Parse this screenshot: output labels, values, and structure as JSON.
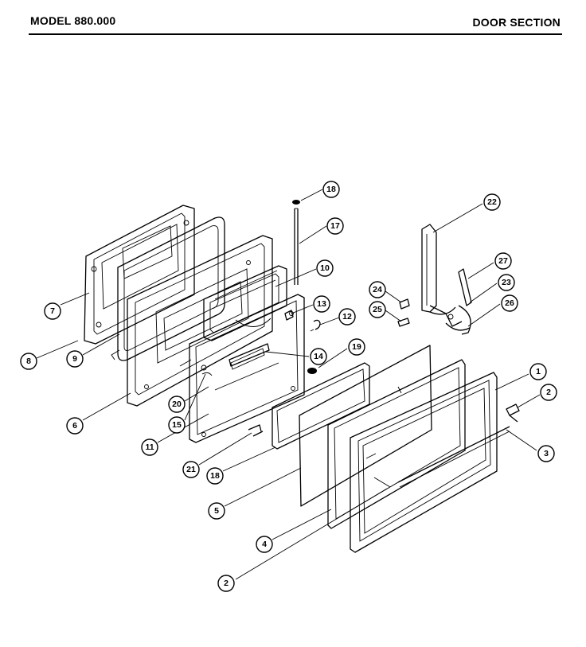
{
  "header": {
    "model_label": "MODEL 880.000",
    "section_label": "DOOR SECTION"
  },
  "callouts": [
    {
      "id": "c1",
      "text": "1"
    },
    {
      "id": "c2a",
      "text": "2"
    },
    {
      "id": "c3",
      "text": "3"
    },
    {
      "id": "c2b",
      "text": "2"
    },
    {
      "id": "c4",
      "text": "4"
    },
    {
      "id": "c5",
      "text": "5"
    },
    {
      "id": "c6",
      "text": "6"
    },
    {
      "id": "c7",
      "text": "7"
    },
    {
      "id": "c8",
      "text": "8"
    },
    {
      "id": "c9",
      "text": "9"
    },
    {
      "id": "c10",
      "text": "10"
    },
    {
      "id": "c11",
      "text": "11"
    },
    {
      "id": "c12",
      "text": "12"
    },
    {
      "id": "c13",
      "text": "13"
    },
    {
      "id": "c14",
      "text": "14"
    },
    {
      "id": "c15",
      "text": "15"
    },
    {
      "id": "c16",
      "text": "16"
    },
    {
      "id": "c17",
      "text": "17"
    },
    {
      "id": "c18a",
      "text": "18"
    },
    {
      "id": "c18b",
      "text": "18"
    },
    {
      "id": "c19",
      "text": "19"
    },
    {
      "id": "c20",
      "text": "20"
    },
    {
      "id": "c21",
      "text": "21"
    },
    {
      "id": "c22",
      "text": "22"
    },
    {
      "id": "c23",
      "text": "23"
    },
    {
      "id": "c24",
      "text": "24"
    },
    {
      "id": "c25",
      "text": "25"
    },
    {
      "id": "c26",
      "text": "26"
    },
    {
      "id": "c27",
      "text": "27"
    }
  ]
}
